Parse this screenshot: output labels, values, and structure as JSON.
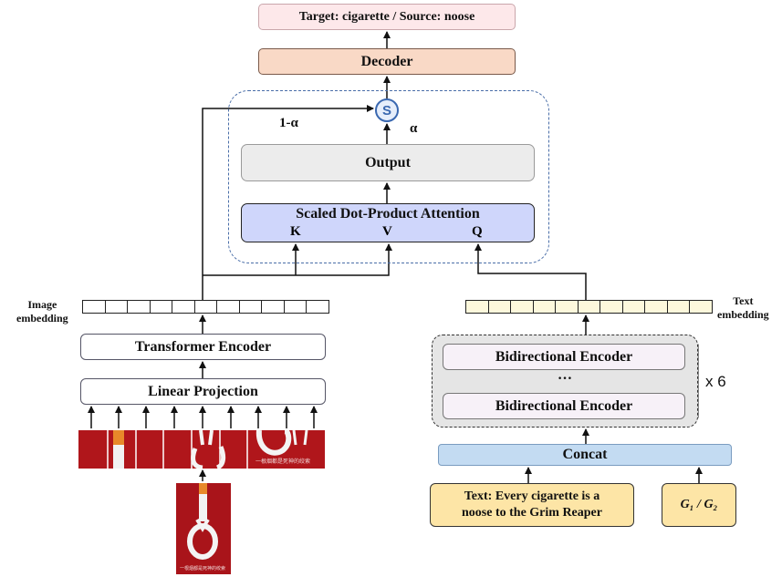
{
  "target_label": "Target: cigarette / Source: noose",
  "decoder_label": "Decoder",
  "s_symbol": "S",
  "one_minus_alpha": "1-α",
  "alpha": "α",
  "output_label": "Output",
  "attention": {
    "title": "Scaled Dot-Product Attention",
    "k": "K",
    "v": "V",
    "q": "Q"
  },
  "image_embedding_label": [
    "Image",
    "embedding"
  ],
  "text_embedding_label": [
    "Text",
    "embedding"
  ],
  "transformer_encoder_label": "Transformer Encoder",
  "linear_projection_label": "Linear Projection",
  "bidirectional": {
    "top": "Bidirectional Encoder",
    "dots": "…",
    "bottom": "Bidirectional Encoder",
    "repeat": "x 6"
  },
  "concat_label": "Concat",
  "text_input": [
    "Text: Every cigarette is a",
    "noose to the Grim Reaper"
  ],
  "g_input": "G₁ / G₂",
  "patch_caption": "一根烟都是死神的绞索",
  "colors": {
    "poster_red": "#b0161b",
    "attention_fill": "#cfd6fb",
    "concat_fill": "#c3dbf2",
    "input_fill": "#fde5a6",
    "group_border": "#4a6ea8"
  }
}
